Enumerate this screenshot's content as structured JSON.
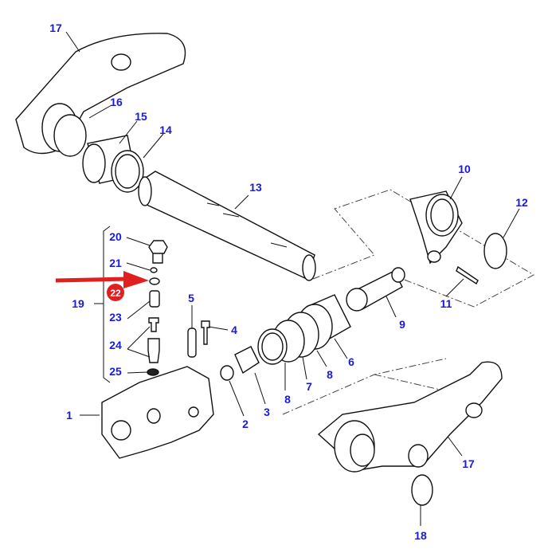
{
  "diagram": {
    "callouts": [
      "17",
      "16",
      "15",
      "14",
      "13",
      "10",
      "12",
      "20",
      "21",
      "22",
      "19",
      "23",
      "24",
      "25",
      "5",
      "4",
      "9",
      "11",
      "6",
      "8",
      "7",
      "8",
      "3",
      "2",
      "1",
      "17",
      "18"
    ],
    "highlighted_callout": "22",
    "highlight_color": "#e02020",
    "label_color": "#1a1ad8"
  }
}
